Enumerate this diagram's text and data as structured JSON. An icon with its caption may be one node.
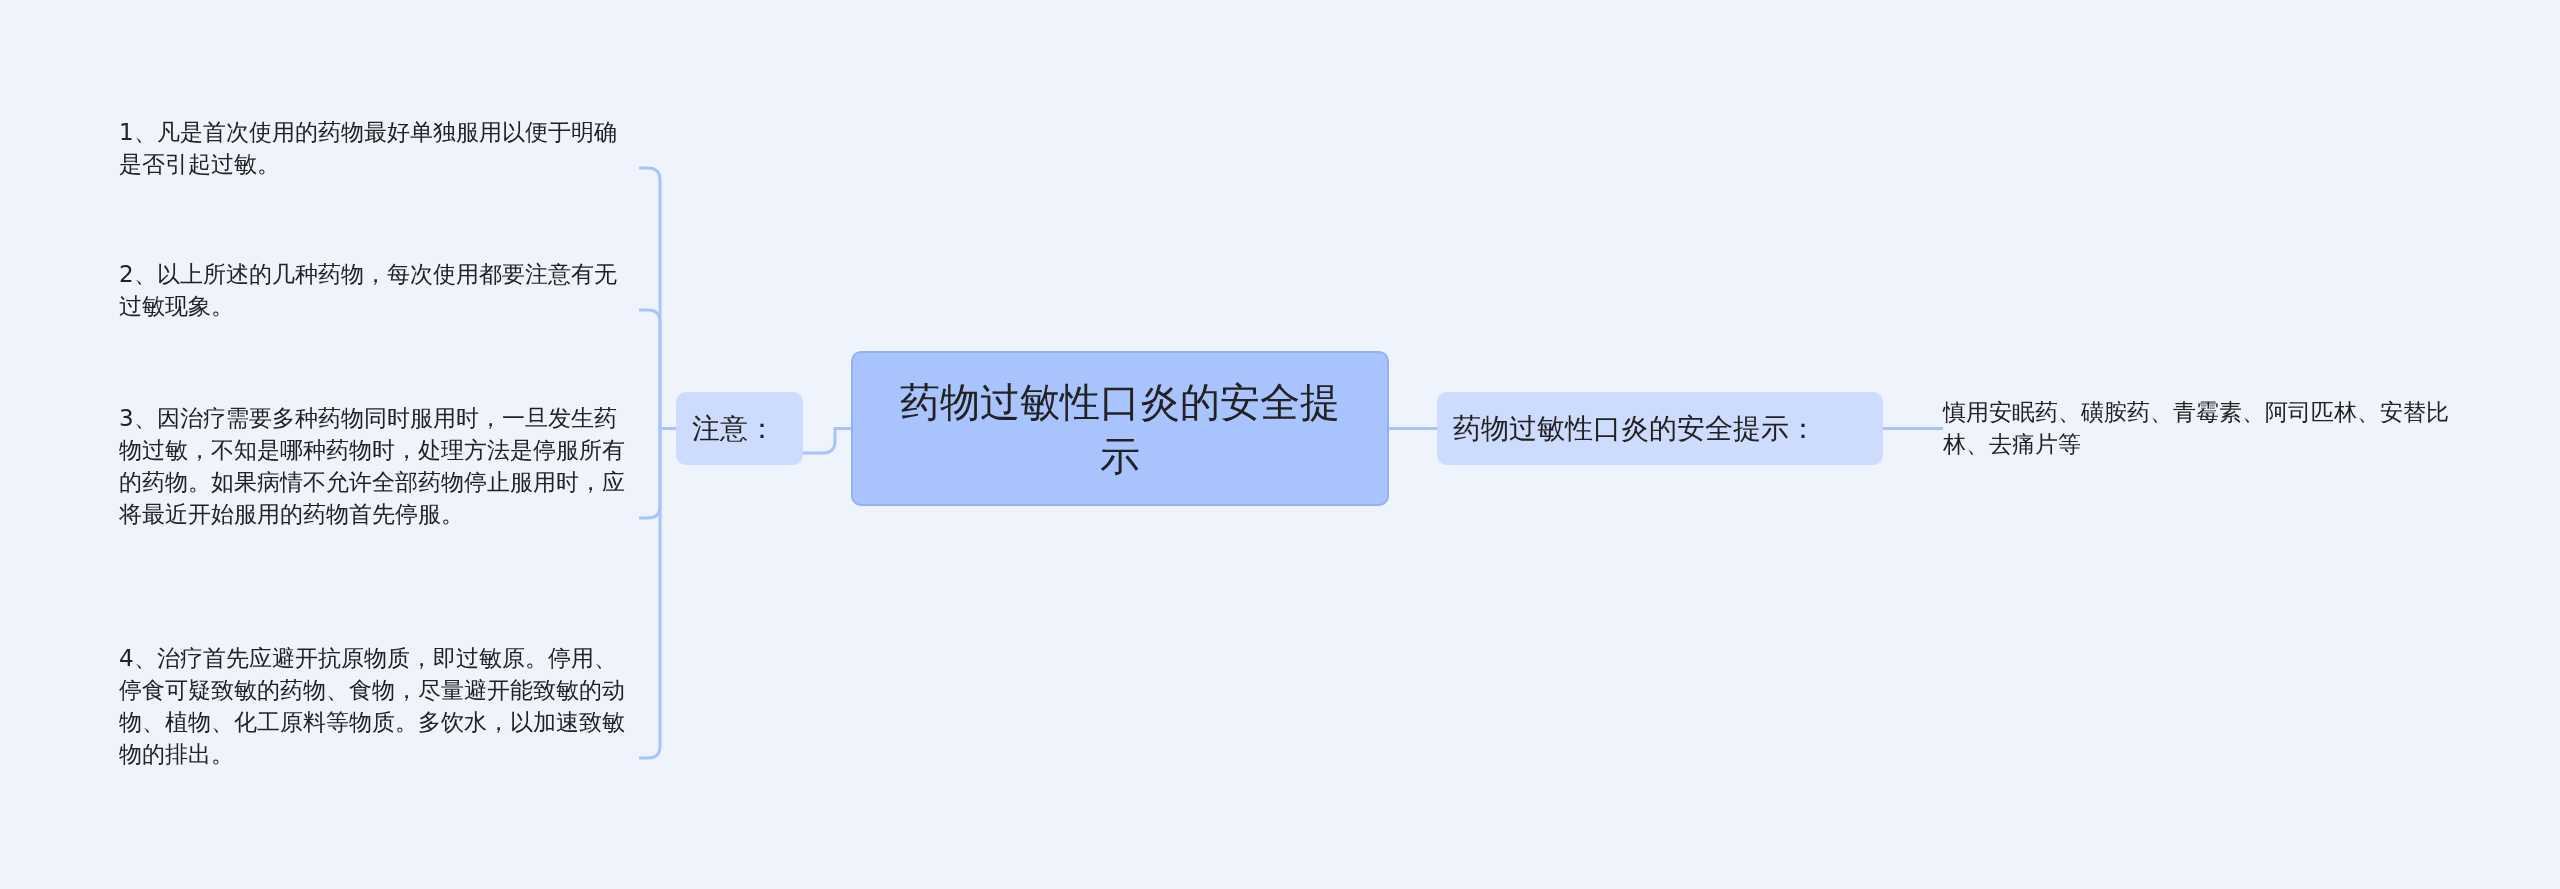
{
  "diagram": {
    "nodes": [
      {
        "text": [
          "药物过敏性口炎的安全提示"
        ]
      },
      {
        "text": [
          "注意："
        ]
      },
      {
        "text": [
          "1、凡是首次使用的药物最好单独服用以便于明确是否引起过敏。"
        ]
      },
      {
        "text": [
          "2、以上所述的几种药物，每次使用都要注意有无过敏现象。"
        ]
      },
      {
        "text": [
          "3、因治疗需要多种药物同时服用时，一旦发生药物过敏，不知是哪种药物时，处理方法是停服所有的药物。如果病情不允许全部药物停止服用时，应将最近开始服用的药物首先停服。"
        ]
      },
      {
        "text": [
          "4、治疗首先应避开抗原物质，即过敏原。停用、停食可疑致敏的药物、食物，尽量避开能致敏的动物、植物、化工原料等物质。多饮水，以加速致敏物的排出。"
        ]
      },
      {
        "text": [
          "药物过敏性口炎的安全提示："
        ]
      },
      {
        "text": [
          "慎用安眠药、磺胺药、青霉素、阿司匹林、安替比林、去痛片等"
        ]
      }
    ],
    "edges": [
      {
        "from": 0,
        "to": 1,
        "arrow": "none"
      },
      {
        "from": 1,
        "to": 2,
        "arrow": "none"
      },
      {
        "from": 1,
        "to": 3,
        "arrow": "none"
      },
      {
        "from": 1,
        "to": 4,
        "arrow": "none"
      },
      {
        "from": 1,
        "to": 5,
        "arrow": "none"
      },
      {
        "from": 0,
        "to": 6,
        "arrow": "none"
      },
      {
        "from": 6,
        "to": 7,
        "arrow": "none"
      }
    ]
  }
}
